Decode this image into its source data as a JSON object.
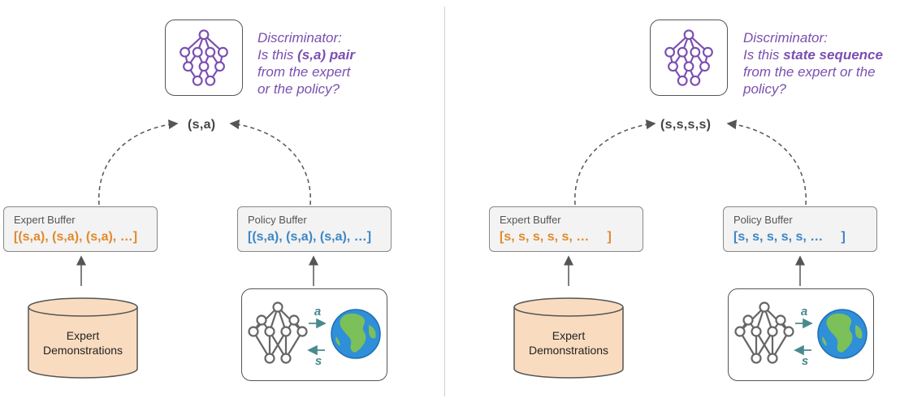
{
  "left": {
    "discriminator": {
      "line1": "Discriminator:",
      "q_prefix": "Is this ",
      "q_bold": "(s,a) pair",
      "line3": "from the expert",
      "line4": "or the policy?"
    },
    "center_label": "(s,a)",
    "expert_buffer": {
      "title": "Expert Buffer",
      "content": "[(s,a), (s,a), (s,a), …]"
    },
    "policy_buffer": {
      "title": "Policy Buffer",
      "content": "[(s,a), (s,a), (s,a), …]"
    },
    "expert_demos": {
      "line1": "Expert",
      "line2": "Demonstrations"
    },
    "env": {
      "action_label": "a",
      "state_label": "s"
    }
  },
  "right": {
    "discriminator": {
      "line1": "Discriminator:",
      "q_prefix": "Is this ",
      "q_bold": "state sequence",
      "line3": "from the expert or the",
      "line4": "policy?"
    },
    "center_label": "(s,s,s,s)",
    "expert_buffer": {
      "title": "Expert Buffer",
      "content": "[s, s, s, s, s, …     ]"
    },
    "policy_buffer": {
      "title": "Policy Buffer",
      "content": "[s, s, s, s, s, …     ]"
    },
    "expert_demos": {
      "line1": "Expert",
      "line2": "Demonstrations"
    },
    "env": {
      "action_label": "a",
      "state_label": "s"
    }
  },
  "colors": {
    "discriminator": "#7a4fb0",
    "expert": "#e08a2e",
    "policy": "#3e86c4",
    "network": "#666666",
    "cylinder_fill": "#f9dcc0",
    "env_arrows": "#4a8a8e"
  },
  "icons": [
    "neural-network-icon",
    "globe-icon",
    "database-cylinder-icon"
  ]
}
